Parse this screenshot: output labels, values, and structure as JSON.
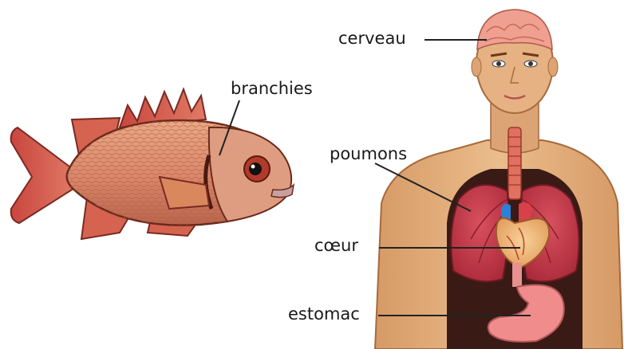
{
  "labels": {
    "gills": "branchies",
    "brain": "cerveau",
    "lungs": "poumons",
    "heart": "cœur",
    "stomach": "estomac"
  },
  "colors": {
    "fish_body": "#d9876a",
    "fish_fin": "#cf5648",
    "skin": "#e3b07c",
    "chest_cavity": "#3a1a14",
    "lungs": "#c9384a",
    "heart": "#f0c07a",
    "trachea": "#e07060",
    "stomach": "#f08c8c",
    "brain": "#f0a090",
    "line": "#222222"
  }
}
